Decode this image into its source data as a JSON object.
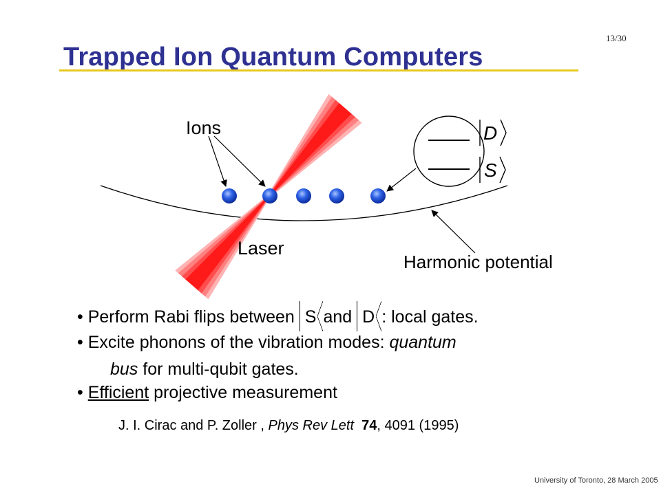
{
  "slide": {
    "page_number": "13/30",
    "title": "Trapped Ion Quantum Computers",
    "footer": "University of Toronto, 28 March 2005"
  },
  "diagram": {
    "ions_label": "Ions",
    "laser_label": "Laser",
    "potential_label": "Harmonic potential",
    "level_upper": "D",
    "level_lower": "S",
    "colors": {
      "ion": "#1f4fd6",
      "laser": "#ff1a1a",
      "laser_glow": "#ff9a9a"
    }
  },
  "bullets": {
    "b1_pre": "Perform Rabi flips between",
    "b1_ket1": "S",
    "b1_mid": "and",
    "b1_ket2": "D",
    "b1_post": ": local gates.",
    "b2_line1_pre": "Excite phonons of the vibration modes: ",
    "b2_line1_em": "quantum",
    "b2_line2_em": "bus",
    "b2_line2_post": " for multi-qubit gates.",
    "b3_underlined": "Efficient",
    "b3_post": " projective measurement"
  },
  "citation": {
    "authors": "J. I. Cirac and P. Zoller , ",
    "journal": "Phys Rev Lett",
    "volume": "74",
    "rest": ", 4091 (1995)"
  }
}
